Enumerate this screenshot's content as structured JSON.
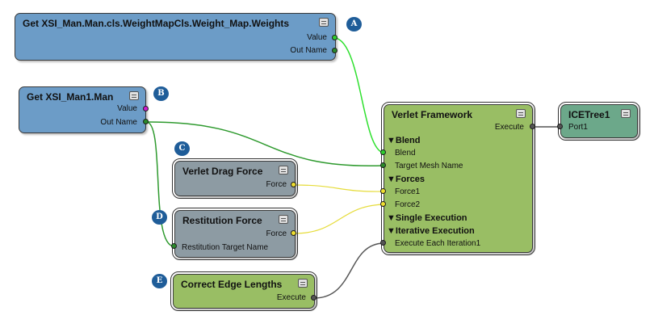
{
  "colors": {
    "wire_green": "#2e9a2e",
    "wire_bright_green": "#2ee02e",
    "wire_yellow": "#e6dc3a",
    "wire_gray": "#555555",
    "port_green": "#2fcf2f",
    "port_dark_green": "#2b8a2b",
    "port_magenta": "#d01ad0",
    "port_yellow": "#f0e030",
    "port_gray": "#555555"
  },
  "nodes": {
    "weights": {
      "title": "Get XSI_Man.Man.cls.WeightMapCls.Weight_Map.Weights",
      "ports": [
        "Value",
        "Out Name"
      ],
      "badge": "A"
    },
    "man": {
      "title": "Get XSI_Man1.Man",
      "ports": [
        "Value",
        "Out Name"
      ],
      "badge": "B"
    },
    "drag": {
      "title": "Verlet Drag Force",
      "ports": [
        "Force"
      ],
      "badge": "C"
    },
    "restitution": {
      "title": "Restitution Force",
      "ports": [
        "Force",
        "Restitution Target Name"
      ],
      "badge": "D"
    },
    "edge": {
      "title": "Correct Edge Lengths",
      "ports": [
        "Execute"
      ],
      "badge": "E"
    },
    "verlet": {
      "title": "Verlet Framework",
      "execute": "Execute",
      "sections": {
        "blend": "Blend",
        "forces": "Forces",
        "single": "Single Execution",
        "iterative": "Iterative Execution"
      },
      "ports": {
        "blend": "Blend",
        "target_mesh": "Target Mesh Name",
        "force1": "Force1",
        "force2": "Force2",
        "each_iteration": "Execute Each Iteration1"
      }
    },
    "icetree": {
      "title": "ICETree1",
      "ports": [
        "Port1"
      ]
    }
  }
}
